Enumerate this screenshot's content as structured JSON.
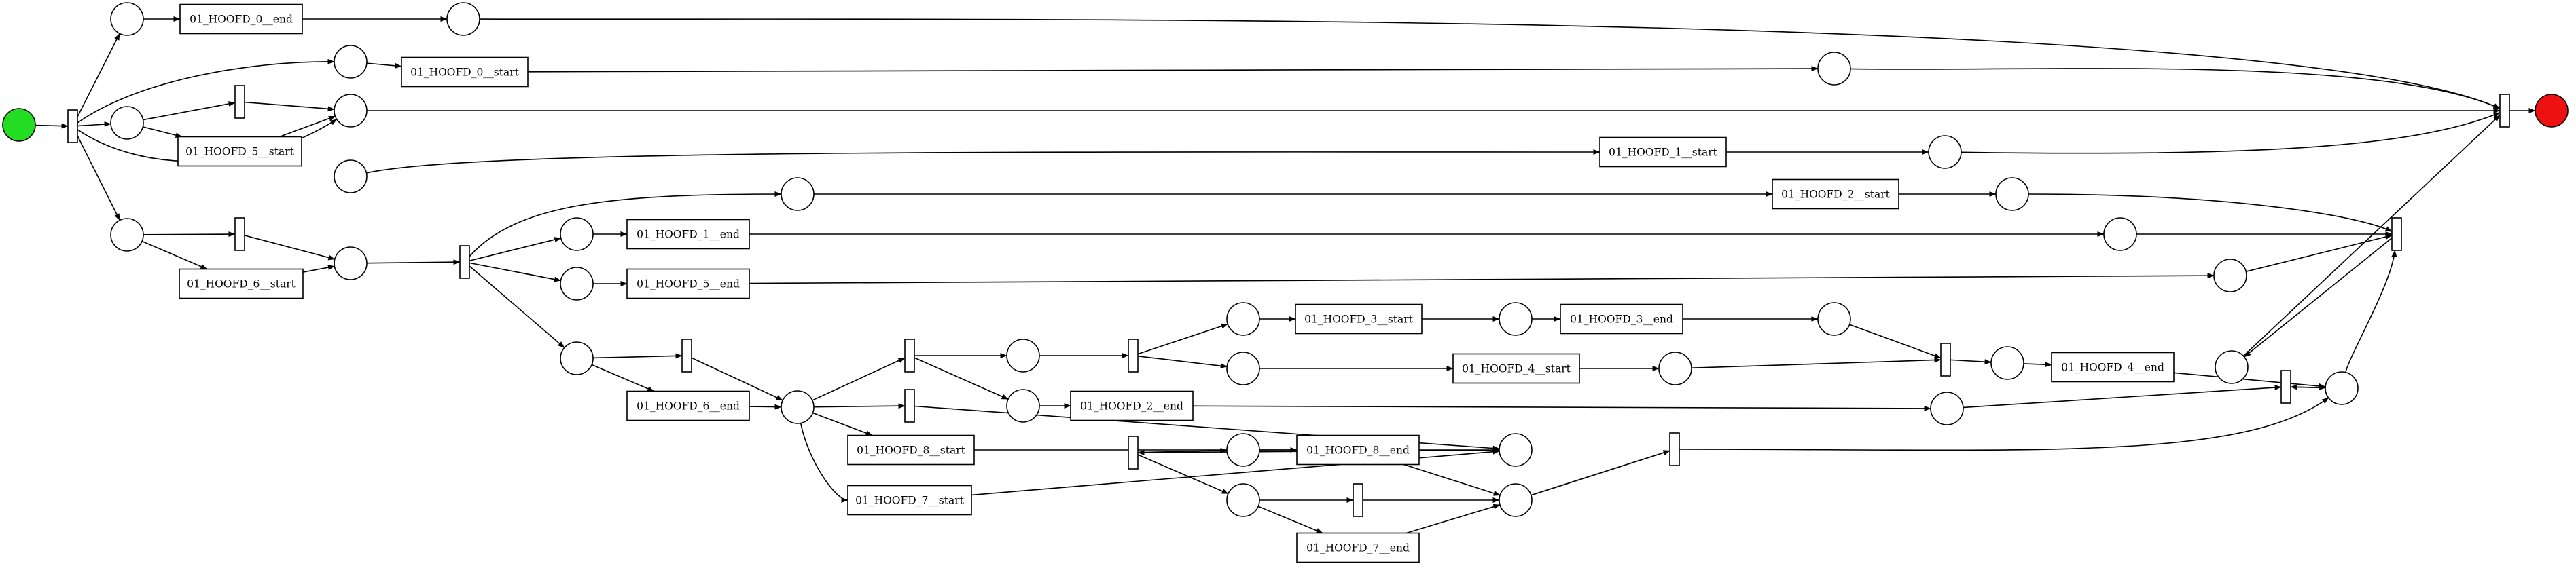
{
  "diagram": {
    "type": "petri-net",
    "colors": {
      "start_place": "#22dd22",
      "end_place": "#ee1111",
      "stroke": "#000000",
      "fill": "#ffffff"
    },
    "transitions": [
      {
        "id": "T_h0_end",
        "label": "01_HOOFD_0__end"
      },
      {
        "id": "T_h0_start",
        "label": "01_HOOFD_0__start"
      },
      {
        "id": "T_h5_start",
        "label": "01_HOOFD_5__start"
      },
      {
        "id": "T_h1_start",
        "label": "01_HOOFD_1__start"
      },
      {
        "id": "T_h2_start",
        "label": "01_HOOFD_2__start"
      },
      {
        "id": "T_h1_end",
        "label": "01_HOOFD_1__end"
      },
      {
        "id": "T_h6_start",
        "label": "01_HOOFD_6__start"
      },
      {
        "id": "T_h5_end",
        "label": "01_HOOFD_5__end"
      },
      {
        "id": "T_h3_start",
        "label": "01_HOOFD_3__start"
      },
      {
        "id": "T_h3_end",
        "label": "01_HOOFD_3__end"
      },
      {
        "id": "T_h4_start",
        "label": "01_HOOFD_4__start"
      },
      {
        "id": "T_h4_end",
        "label": "01_HOOFD_4__end"
      },
      {
        "id": "T_h6_end",
        "label": "01_HOOFD_6__end"
      },
      {
        "id": "T_h2_end",
        "label": "01_HOOFD_2__end"
      },
      {
        "id": "T_h8_start",
        "label": "01_HOOFD_8__start"
      },
      {
        "id": "T_h8_end",
        "label": "01_HOOFD_8__end"
      },
      {
        "id": "T_h7_start",
        "label": "01_HOOFD_7__start"
      },
      {
        "id": "T_h7_end",
        "label": "01_HOOFD_7__end"
      }
    ]
  }
}
